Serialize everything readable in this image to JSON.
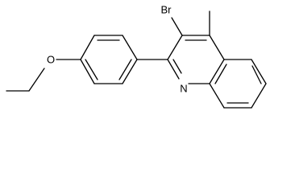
{
  "atoms": {
    "bromine": "Br",
    "nitrogen": "N",
    "oxygen": "O"
  },
  "colors": {
    "bond": "#000000",
    "background": "#ffffff"
  }
}
